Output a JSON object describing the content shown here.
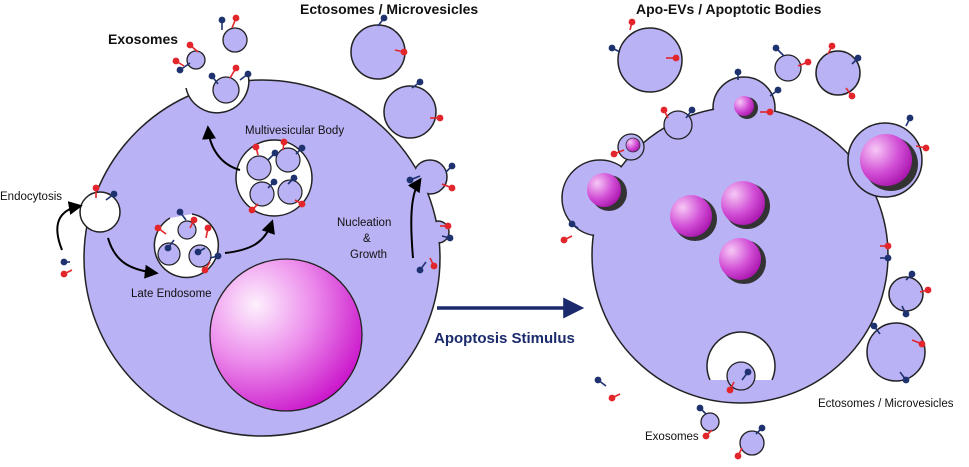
{
  "labels": {
    "exosomes_title": "Exosomes",
    "ectosomes_title": "Ectosomes / Microvesicles",
    "apoevs_title": "Apo-EVs / Apoptotic Bodies",
    "multivesicular_body": "Multivesicular Body",
    "endocytosis": "Endocytosis",
    "late_endosome": "Late Endosome",
    "nucleation": "Nucleation",
    "amp": "&",
    "growth": "Growth",
    "apoptosis_stimulus": "Apoptosis Stimulus",
    "ectosomes_right": "Ectosomes / Microvesicles",
    "exosomes_right": "Exosomes"
  },
  "colors": {
    "cell": "#b9b2f5",
    "membrane": "#222222",
    "nucleus_light": "#fbe6fb",
    "nucleus_dark": "#cc00cc",
    "marker_red": "#e3262b",
    "marker_blue": "#1f3270",
    "arrow_navy": "#1a2a6c"
  }
}
